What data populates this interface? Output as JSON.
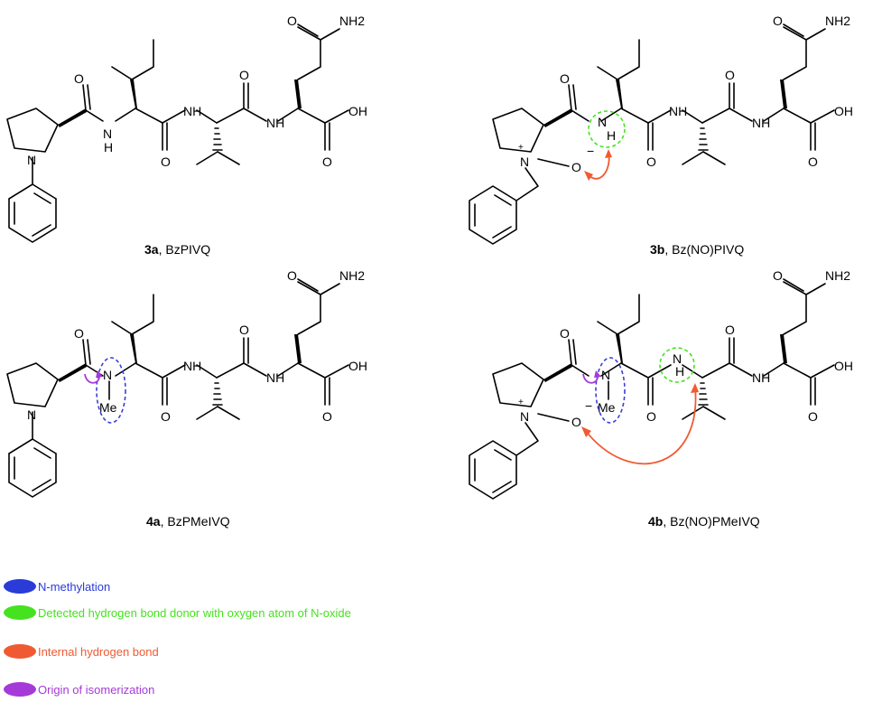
{
  "molecules": [
    {
      "id": "3a",
      "name": "BzPIVQ",
      "amide": "NH2"
    },
    {
      "id": "3b",
      "name": "Bz(NO)PIVQ",
      "amide": "NH2"
    },
    {
      "id": "4a",
      "name": "BzPMeIVQ",
      "amide": "NH2"
    },
    {
      "id": "4b",
      "name": "Bz(NO)PMeIVQ",
      "amide": "NH2"
    }
  ],
  "atoms": {
    "O": "O",
    "N": "N",
    "H": "H",
    "NH": "NH",
    "OH": "OH",
    "Me": "Me",
    "O_minus": "O",
    "minus": "−",
    "plus": "+"
  },
  "legend": [
    {
      "label": "N-methylation",
      "color": "#2a3bd8"
    },
    {
      "label": "Detected hydrogen bond donor with oxygen atom of N-oxide",
      "color": "#45e21f"
    },
    {
      "label": "Internal hydrogen bond",
      "color": "#f05a32"
    },
    {
      "label": "Origin of isomerization",
      "color": "#a63ad9"
    }
  ],
  "colors": {
    "methylation": "#3a3fd8",
    "hbond_donor": "#45e21f",
    "internal_hbond": "#f05a32",
    "isomerization": "#a63ad9"
  }
}
